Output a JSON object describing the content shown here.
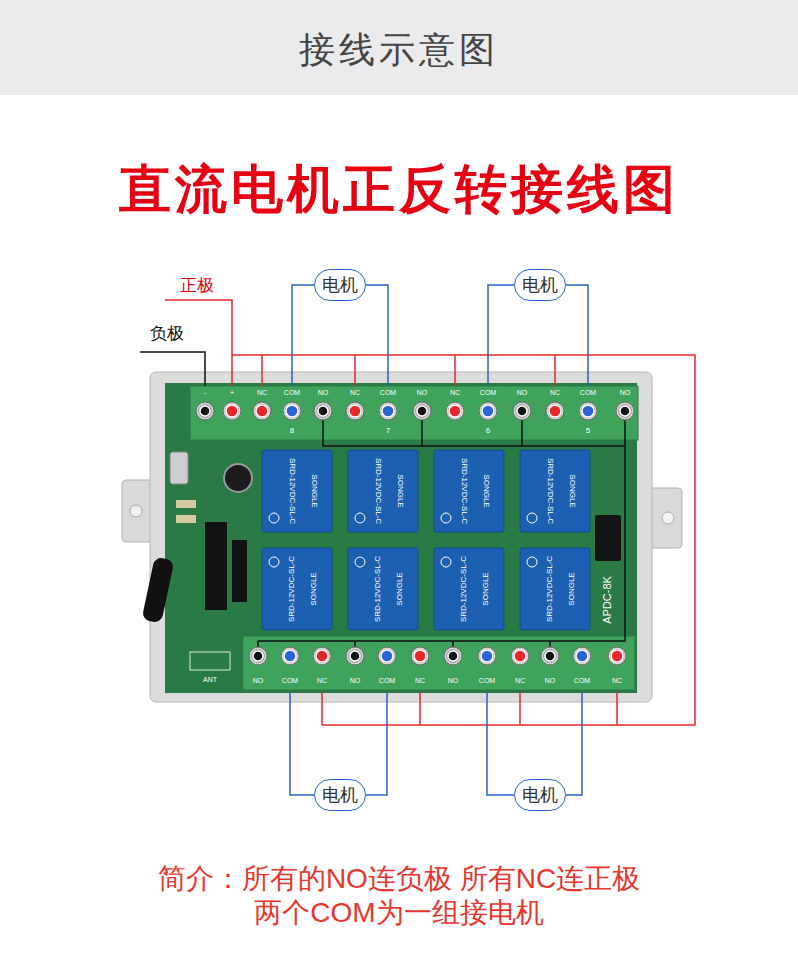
{
  "diagram": {
    "title": "接线示意图",
    "caption": "简介：所有的NO连负极 所有NC连正极 两个COM为一组接电机",
    "nodes": [
      {
        "text": [
          "电机"
        ]
      },
      {
        "text": [
          "电机"
        ]
      },
      {
        "text": [
          "电机"
        ]
      },
      {
        "text": [
          "电机"
        ]
      }
    ],
    "labels": [
      "直流电机正反转接线图",
      "正极",
      "负极",
      "-",
      "+",
      "NC",
      "COM",
      "NO",
      "NC",
      "COM",
      "NO",
      "NC",
      "COM",
      "NO",
      "NC",
      "COM",
      "NO",
      "8",
      "7",
      "6",
      "5",
      "SRD-12VDC-SL-C",
      "SONGLE",
      "SRD-12VDC-SL-C",
      "SONGLE",
      "SRD-12VDC-SL-C",
      "SONGLE",
      "SRD-12VDC-SL-C",
      "SONGLE",
      "SRD-12VDC-SL-C",
      "SONGLE",
      "SRD-12VDC-SL-C",
      "SONGLE",
      "SRD-12VDC-SL-C",
      "SONGLE",
      "SRD-12VDC-SL-C",
      "SONGLE",
      "APDC-8K",
      "ANT",
      "NO",
      "COM",
      "NC",
      "NO",
      "COM",
      "NC",
      "NO",
      "COM",
      "NC",
      "NO",
      "COM",
      "NC"
    ]
  }
}
